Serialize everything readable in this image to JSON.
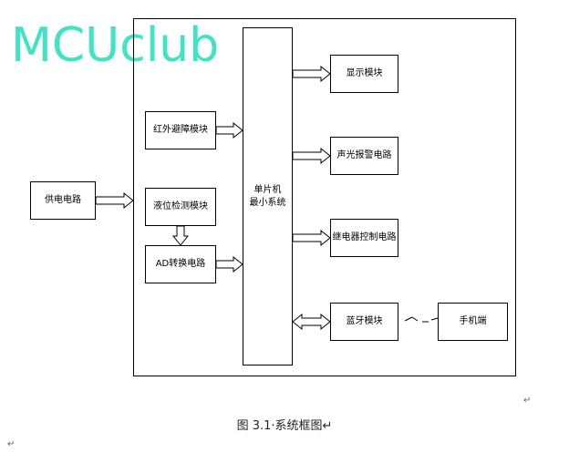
{
  "watermark": "MCUclub",
  "blocks": {
    "power": "供电电路",
    "infrared": "红外避障模块",
    "level": "液位检测模块",
    "adc": "AD转换电路",
    "mcu": "单片机\n最小系统",
    "display": "显示模块",
    "alarm": "声光报警电路",
    "relay": "继电器控制电路",
    "bluetooth": "蓝牙模块",
    "phone": "手机端"
  },
  "caption": "图 3.1·系统框图↵",
  "para_marks": [
    "↵",
    "↵"
  ],
  "colors": {
    "watermark": "#3fe3c6",
    "line": "#000000"
  }
}
